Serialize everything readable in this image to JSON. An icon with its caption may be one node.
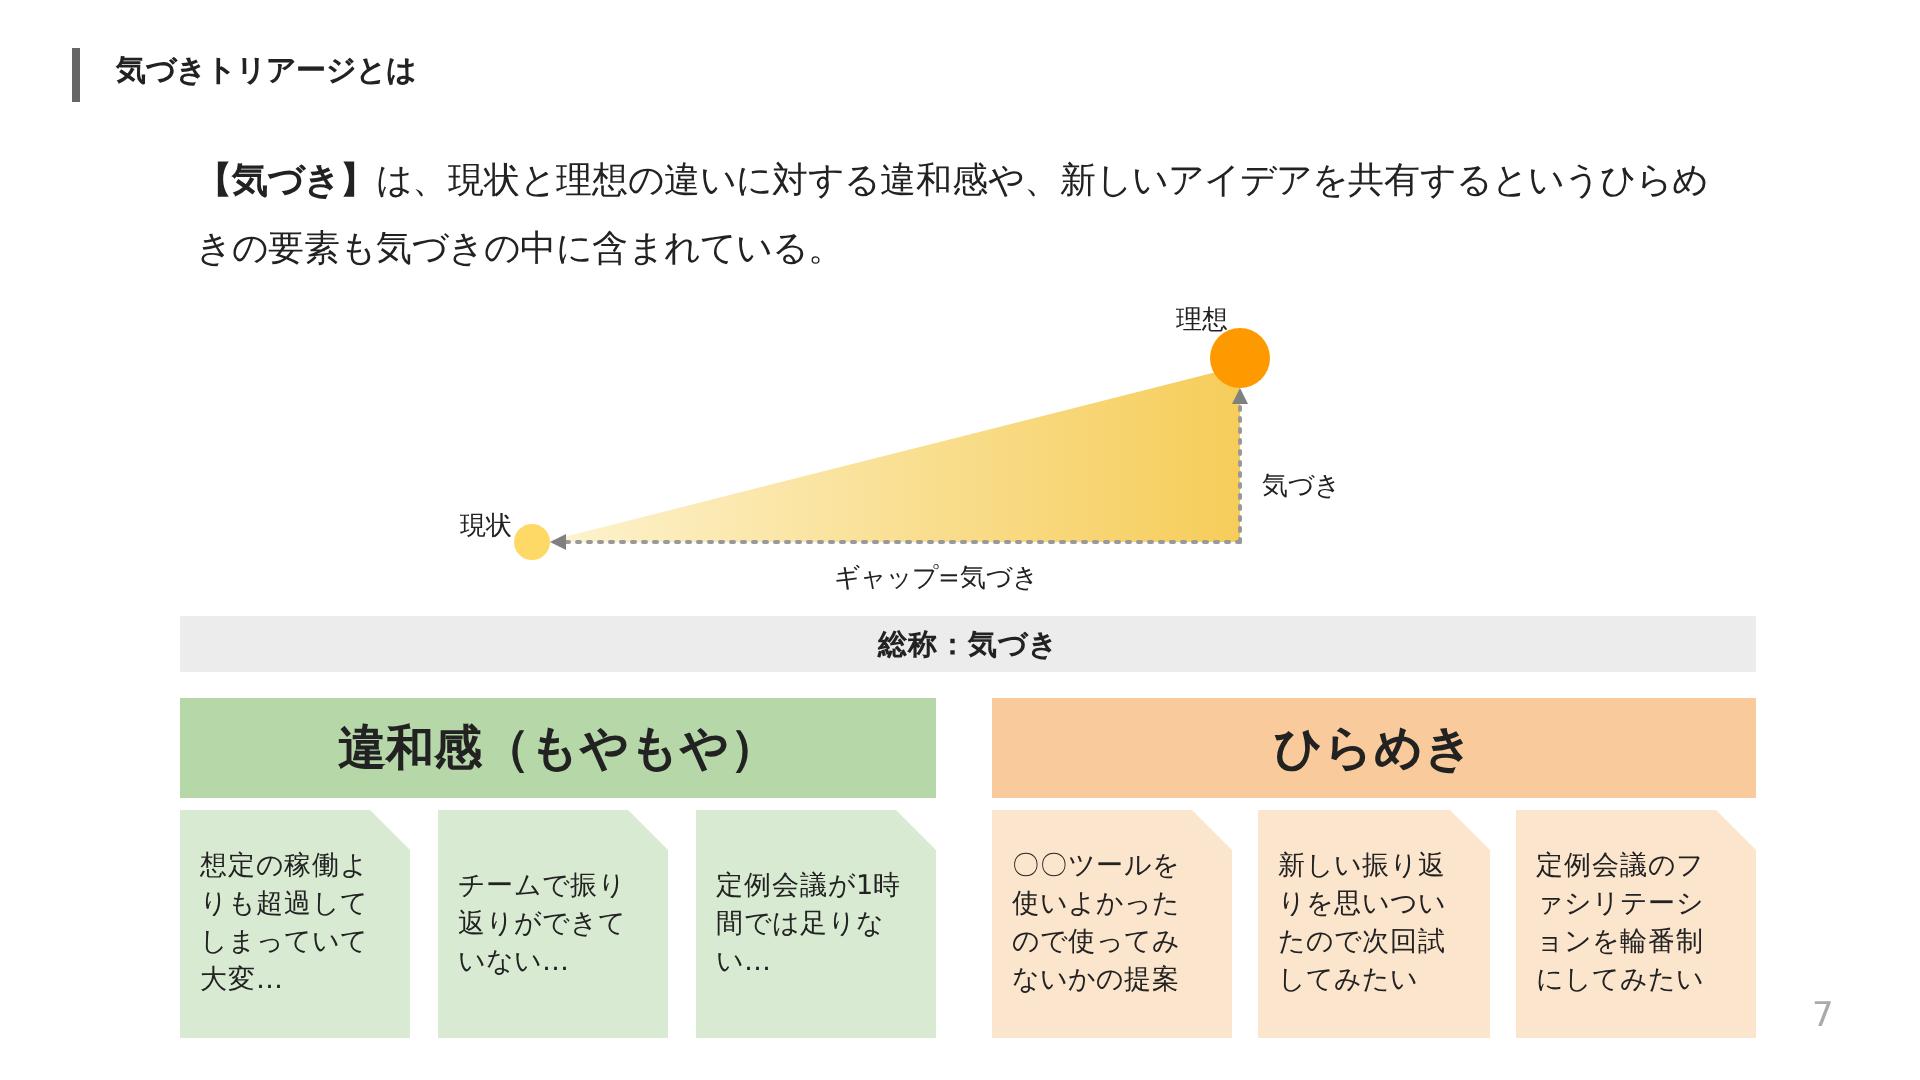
{
  "diagram": {
    "title": "気づきトリアージとは",
    "nodes": [
      {
        "text": [
          "現状"
        ]
      },
      {
        "text": [
          "理想"
        ]
      },
      {
        "text": [],
        "shape": "triangle"
      },
      {
        "text": [
          "総称：気づき"
        ]
      },
      {
        "text": [
          "違和感（もやもや）"
        ]
      },
      {
        "text": [
          "想定の稼働よりも超過してしまっていて大変…"
        ]
      },
      {
        "text": [
          "チームで振り返りができていない…"
        ]
      },
      {
        "text": [
          "定例会議が1時間では足りない…"
        ]
      },
      {
        "text": [
          "ひらめき"
        ]
      },
      {
        "text": [
          "〇〇ツールを使いよかったので使ってみないかの提案"
        ]
      },
      {
        "text": [
          "新しい振り返りを思いついたので次回試してみたい"
        ]
      },
      {
        "text": [
          "定例会議のファシリテーションを輪番制にしてみたい"
        ]
      }
    ],
    "edges": [
      {
        "from": 2,
        "to": 1,
        "arrow": "to",
        "label": "気づき",
        "style": "dashed"
      },
      {
        "from": 2,
        "to": 0,
        "arrow": "to",
        "label": "ギャップ=気づき",
        "style": "dashed"
      }
    ],
    "labels": [
      "**【気づき】**は、現状と理想の違いに対する違和感や、新しいアイデアを共有するというひらめきの要素も気づきの中に含まれている。",
      "7"
    ]
  }
}
